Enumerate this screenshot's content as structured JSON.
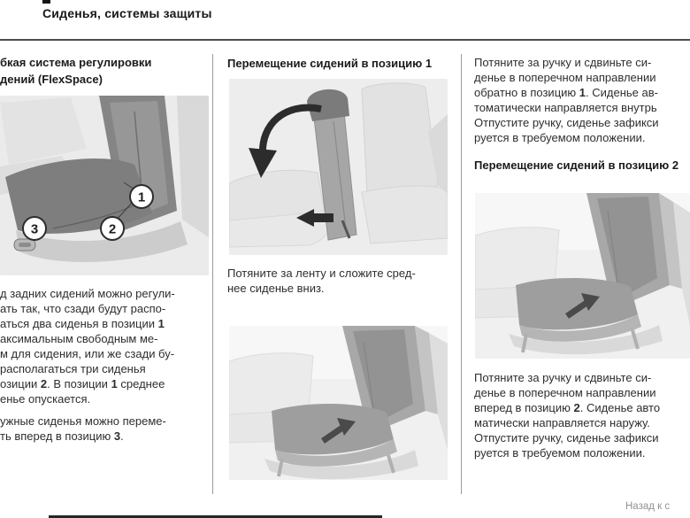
{
  "page": {
    "title": "Сиденья, системы защиты",
    "footer_link": "Назад к с"
  },
  "left_column": {
    "heading_lines": [
      "бкая система регулировки",
      "дений (FlexSpace)"
    ],
    "illustration_callouts": [
      "1",
      "2",
      "3"
    ],
    "para1_lines": [
      "д задних сидений можно регули-",
      "ать так, что сзади будут распо-",
      "аться два сиденья в позиции **1**",
      "аксимальным свободным ме-",
      "м для сидения, или же сзади бу-",
      "располагаться три сиденья",
      "озиции **2**. В позиции **1** среднее",
      "енье опускается."
    ],
    "para2_lines": [
      "ужные сиденья можно переме-",
      "ть вперед в позицию **3**."
    ]
  },
  "middle_column": {
    "heading": "Перемещение сидений в позицию 1",
    "caption_lines": [
      "Потяните за ленту и сложите сред-",
      "нее сиденье вниз."
    ]
  },
  "right_column": {
    "para1_lines": [
      "Потяните за ручку и сдвиньте си-",
      "денье в поперечном направлении",
      "обратно в позицию **1**. Сиденье ав-",
      "томатически направляется внутрь",
      "Отпустите ручку, сиденье зафикси",
      "руется в требуемом положении."
    ],
    "heading": "Перемещение сидений в позицию 2",
    "para2_lines": [
      "Потяните за ручку и сдвиньте си-",
      "денье в поперечном направлении",
      "вперед в позицию **2**. Сиденье авто",
      "матически направляется наружу.",
      "Отпустите ручку, сиденье зафикси",
      "руется в требуемом положении."
    ]
  }
}
